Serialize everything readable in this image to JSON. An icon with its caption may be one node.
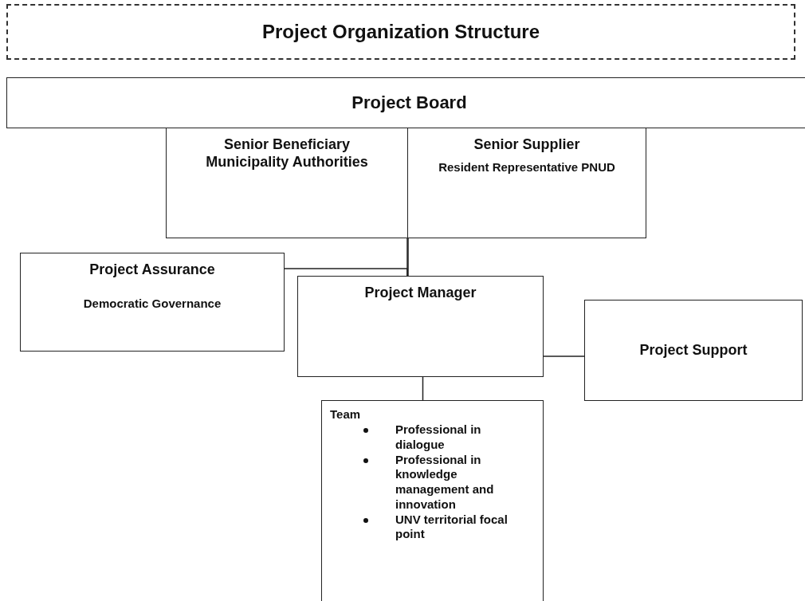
{
  "diagram": {
    "title": "Project Organization Structure",
    "nodes": [
      {
        "text": [
          "Project Board"
        ]
      },
      {
        "text": [
          "Senior Beneficiary",
          "Municipality Authorities"
        ]
      },
      {
        "text": [
          "Senior Supplier",
          "Resident Representative PNUD"
        ]
      },
      {
        "text": [
          "Project Assurance",
          "Democratic Governance"
        ]
      },
      {
        "text": [
          "Project Manager"
        ]
      },
      {
        "text": [
          "Project Support"
        ]
      },
      {
        "text": [
          "Team",
          "Professional in dialogue",
          "Professional in knowledge management and innovation",
          "UNV territorial focal point"
        ]
      }
    ],
    "edges": [
      {
        "from": 1,
        "to": 4,
        "arrow": "none"
      },
      {
        "from": 2,
        "to": 4,
        "arrow": "none"
      },
      {
        "from": 3,
        "to": 4,
        "arrow": "none"
      },
      {
        "from": 4,
        "to": 5,
        "arrow": "none"
      },
      {
        "from": 4,
        "to": 6,
        "arrow": "none"
      }
    ]
  }
}
